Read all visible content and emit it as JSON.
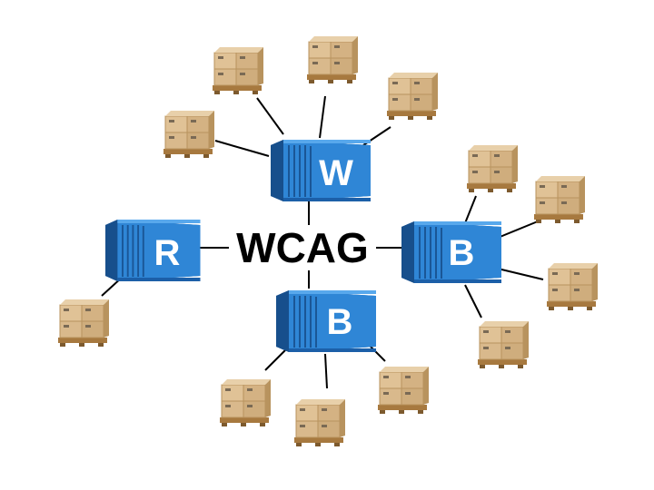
{
  "center_label": "WCAG",
  "containers": [
    {
      "id": "top",
      "letter": "W"
    },
    {
      "id": "left",
      "letter": "R"
    },
    {
      "id": "right",
      "letter": "B"
    },
    {
      "id": "bottom",
      "letter": "B"
    }
  ],
  "colors": {
    "container_body": "#2f86d6",
    "container_dark": "#1c5fa8",
    "container_light": "#58a8ec",
    "box": "#d9b98c",
    "box_dark": "#b8935e",
    "pallet": "#a7793f",
    "connector": "#000000"
  }
}
